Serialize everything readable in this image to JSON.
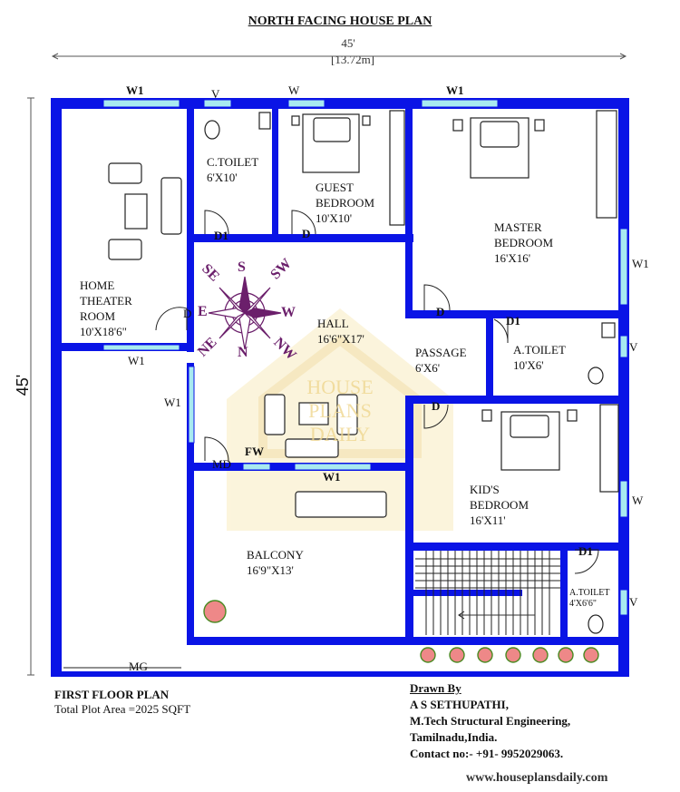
{
  "title": "NORTH FACING HOUSE PLAN",
  "dimensions": {
    "width_ft": "45'",
    "width_m": "[13.72m]",
    "depth_ft": "45'"
  },
  "rooms": {
    "home_theater": [
      "HOME",
      "THEATER",
      "ROOM",
      "10'X18'6\""
    ],
    "c_toilet": [
      "C.TOILET",
      "6'X10'"
    ],
    "guest_bedroom": [
      "GUEST",
      "BEDROOM",
      "10'X10'"
    ],
    "master_bedroom": [
      "MASTER",
      "BEDROOM",
      "16'X16'"
    ],
    "hall": [
      "HALL",
      "16'6\"X17'"
    ],
    "passage": [
      "PASSAGE",
      "6'X6'"
    ],
    "a_toilet": [
      "A.TOILET",
      "10'X6'"
    ],
    "kids_bedroom": [
      "KID'S",
      "BEDROOM",
      "16'X11'"
    ],
    "balcony": [
      "BALCONY",
      "16'9\"X13'"
    ],
    "a_toilet_small": [
      "A.TOILET",
      "4'X6'6\""
    ]
  },
  "compass": {
    "S": "S",
    "SE": "SE",
    "SW": "SW",
    "E": "E",
    "W": "W",
    "NE": "NE",
    "N": "N",
    "NW": "NW"
  },
  "tags": {
    "w1": "W1",
    "v": "V",
    "w": "W",
    "d1": "D1",
    "d": "D",
    "fw": "FW",
    "md": "MD",
    "mg": "MG"
  },
  "watermark": [
    "HOUSE",
    "PLANS",
    "DAILY"
  ],
  "footer": {
    "plan_name": "FIRST FLOOR PLAN",
    "plot_area": "Total Plot Area =2025 SQFT",
    "drawn_by": "Drawn By",
    "name": "A S SETHUPATHI,",
    "degree": "M.Tech Structural Engineering,",
    "place": "Tamilnadu,India.",
    "contact": "Contact no:- +91- 9952029063.",
    "website": "www.houseplansdaily.com"
  },
  "colors": {
    "wall": "#0a14e6",
    "window": "#a8eaf0",
    "compass": "#6b1f6b",
    "watermark": "#f5df9a"
  }
}
